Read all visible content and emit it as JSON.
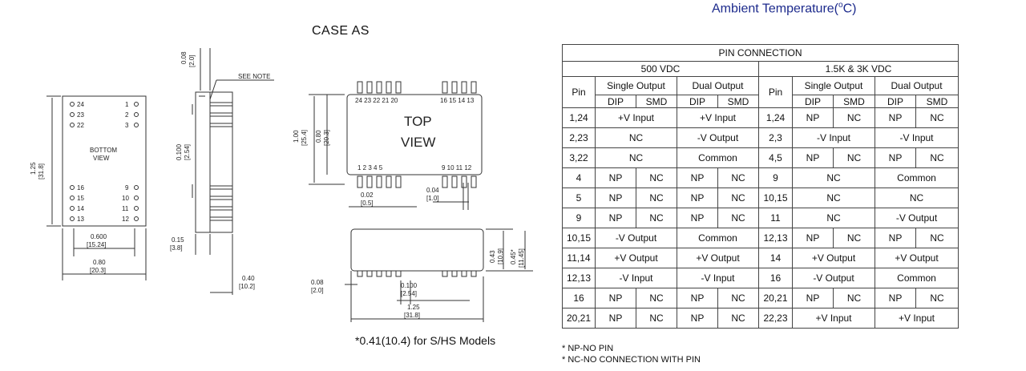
{
  "ambient_temperature": {
    "text": "Ambient Temperature(",
    "sup": "o",
    "unit": "C)"
  },
  "case_title": "CASE AS",
  "drawing": {
    "bottom_view_label_1": "BOTTOM",
    "bottom_view_label_2": "VIEW",
    "bottom_pins_left_top": [
      "24",
      "23",
      "22"
    ],
    "bottom_pins_right_top": [
      "1",
      "2",
      "3"
    ],
    "bottom_pins_left_bottom": [
      "16",
      "15",
      "14",
      "13"
    ],
    "bottom_pins_right_bottom": [
      "9",
      "10",
      "11",
      "12"
    ],
    "dim_height": "1.25",
    "dim_height_mm": "[31.8]",
    "dim_pin_span": "0.600",
    "dim_pin_span_mm": "[15.24]",
    "dim_width": "0.80",
    "dim_width_mm": "[20.3]",
    "dim_top_offset": "0.08",
    "dim_top_offset_mm": "[2.0]",
    "see_note": "SEE NOTE",
    "dim_pitch": "0.100",
    "dim_pitch_mm": "[2.54]",
    "dim_side_015": "0.15",
    "dim_side_015_mm": "[3.8]",
    "dim_side_040": "0.40",
    "dim_side_040_mm": "[10.2]",
    "top_view_1": "TOP",
    "top_view_2": "VIEW",
    "top_pins_upper_left": "24 23 22 21 20",
    "top_pins_upper_right": "16 15 14 13",
    "top_pins_lower_left": "1  2  3  4  5",
    "top_pins_lower_right": "9 10 11 12",
    "dim_top_100": "1.00",
    "dim_top_100_mm": "[25.4]",
    "dim_top_080": "0.80",
    "dim_top_080_mm": "[20.3]",
    "dim_002": "0.02",
    "dim_002_mm": "[0.5]",
    "dim_004": "0.04",
    "dim_004_mm": "[1.0]",
    "dim_043": "0.43",
    "dim_043_mm": "[10.9]",
    "dim_045": "0.45*",
    "dim_045_mm": "[11.45]",
    "dim_008b": "0.08",
    "dim_008b_mm": "[2.0]",
    "dim_0100b": "0.100",
    "dim_0100b_mm": "[2.54]",
    "dim_125b": "1.25",
    "dim_125b_mm": "[31.8]"
  },
  "model_note": "*0.41(10.4) for S/HS Models",
  "table": {
    "title": "PIN CONNECTION",
    "group_a": "500 VDC",
    "group_b": "1.5K & 3K VDC",
    "pin": "Pin",
    "single": "Single Output",
    "dual": "Dual  Output",
    "dip": "DIP",
    "smd": "SMD",
    "rows": [
      {
        "a_pin": "1,24",
        "a_single": "+V Input",
        "a_dual": "+V Input",
        "b_pin": "1,24",
        "b_s_dip": "NP",
        "b_s_smd": "NC",
        "b_d_dip": "NP",
        "b_d_smd": "NC"
      },
      {
        "a_pin": "2,23",
        "a_single": "NC",
        "a_dual": "-V Output",
        "b_pin": "2,3",
        "b_single": "-V Input",
        "b_dual": "-V Input"
      },
      {
        "a_pin": "3,22",
        "a_single": "NC",
        "a_dual": "Common",
        "b_pin": "4,5",
        "b_s_dip": "NP",
        "b_s_smd": "NC",
        "b_d_dip": "NP",
        "b_d_smd": "NC"
      },
      {
        "a_pin": "4",
        "a_s_dip": "NP",
        "a_s_smd": "NC",
        "a_d_dip": "NP",
        "a_d_smd": "NC",
        "b_pin": "9",
        "b_single": "NC",
        "b_dual": "Common"
      },
      {
        "a_pin": "5",
        "a_s_dip": "NP",
        "a_s_smd": "NC",
        "a_d_dip": "NP",
        "a_d_smd": "NC",
        "b_pin": "10,15",
        "b_single": "NC",
        "b_dual": "NC"
      },
      {
        "a_pin": "9",
        "a_s_dip": "NP",
        "a_s_smd": "NC",
        "a_d_dip": "NP",
        "a_d_smd": "NC",
        "b_pin": "11",
        "b_single": "NC",
        "b_dual": "-V Output"
      },
      {
        "a_pin": "10,15",
        "a_single": "-V Output",
        "a_dual": "Common",
        "b_pin": "12,13",
        "b_s_dip": "NP",
        "b_s_smd": "NC",
        "b_d_dip": "NP",
        "b_d_smd": "NC"
      },
      {
        "a_pin": "11,14",
        "a_single": "+V Output",
        "a_dual": "+V Output",
        "b_pin": "14",
        "b_single": "+V Output",
        "b_dual": "+V Output"
      },
      {
        "a_pin": "12,13",
        "a_single": "-V Input",
        "a_dual": "-V Input",
        "b_pin": "16",
        "b_single": "-V Output",
        "b_dual": "Common"
      },
      {
        "a_pin": "16",
        "a_s_dip": "NP",
        "a_s_smd": "NC",
        "a_d_dip": "NP",
        "a_d_smd": "NC",
        "b_pin": "20,21",
        "b_s_dip": "NP",
        "b_s_smd": "NC",
        "b_d_dip": "NP",
        "b_d_smd": "NC"
      },
      {
        "a_pin": "20,21",
        "a_s_dip": "NP",
        "a_s_smd": "NC",
        "a_d_dip": "NP",
        "a_d_smd": "NC",
        "b_pin": "22,23",
        "b_single": "+V Input",
        "b_dual": "+V Input"
      }
    ]
  },
  "notes": [
    "* NP-NO PIN",
    "* NC-NO CONNECTION WITH PIN"
  ]
}
